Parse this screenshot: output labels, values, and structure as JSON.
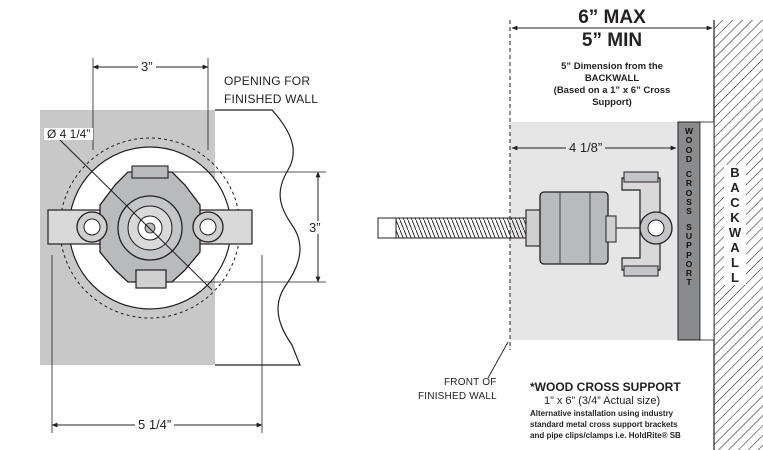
{
  "left_view": {
    "dim_top": "3”",
    "dim_diameter": "Ø 4 1/4”",
    "opening_label_line1": "OPENING FOR",
    "opening_label_line2": "FINISHED WALL",
    "dim_right": "3”",
    "dim_bottom": "5 1/4”"
  },
  "right_view": {
    "max_label": "6” MAX",
    "min_label": "5” MIN",
    "note_line1": "5” Dimension from the",
    "note_line2": "BACKWALL",
    "note_line3": "(Based on a 1” x 6” Cross",
    "note_line4": "Support)",
    "depth_label": "4 1/8”",
    "support_label": "WOOD CROSS SUPPORT",
    "backwall_label": "BACKWALL",
    "front_label_line1": "FRONT OF",
    "front_label_line2": "FINISHED WALL",
    "wood_title": "*WOOD CROSS SUPPORT",
    "wood_size": "1” x 6” (3/4” Actual size)",
    "wood_alt1": "Alternative installation using industry",
    "wood_alt2": "standard metal cross support brackets",
    "wood_alt3": "and pipe clips/clamps i.e. HoldRite® SB"
  },
  "colors": {
    "wall_gray": "#c8c8c9",
    "light_gray": "#e6e6e7",
    "line": "#231f20",
    "valve_fill": "#b9babc",
    "support_fill": "#8a8b8d"
  }
}
